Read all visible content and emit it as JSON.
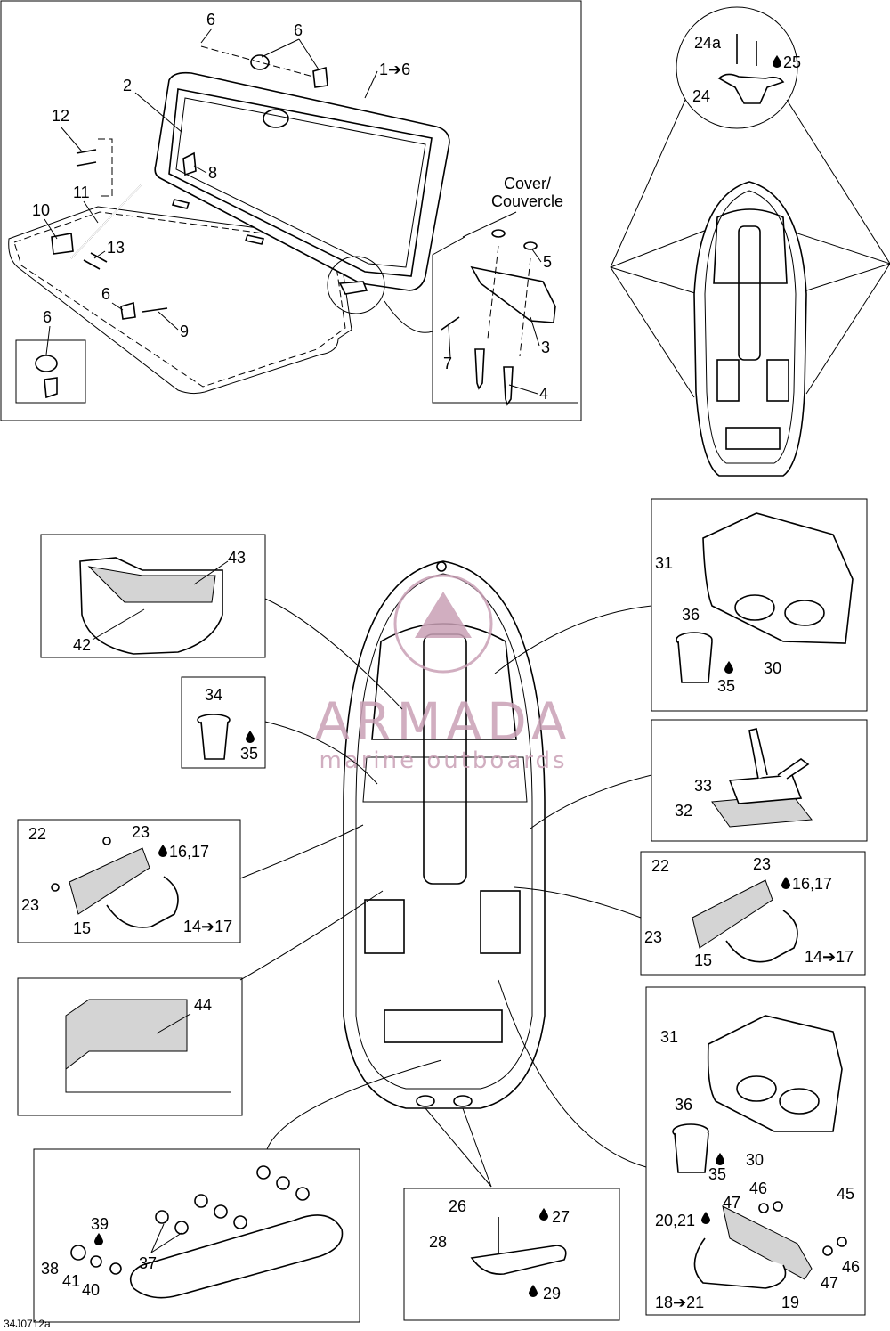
{
  "figure_code": "34J0712a",
  "watermark": {
    "brand": "ARMADA",
    "tagline": "marine outboards"
  },
  "panels": {
    "cover": {
      "labels": [
        "6",
        "6",
        "1➔6",
        "2",
        "8",
        "12",
        "11",
        "10",
        "13",
        "6",
        "9",
        "6",
        "Cover/",
        "Couvercle",
        "5",
        "3",
        "7",
        "4"
      ]
    },
    "cleat": {
      "labels": [
        "24a",
        "25",
        "24"
      ]
    },
    "storage_bin": {
      "labels": [
        "43",
        "42"
      ]
    },
    "cup_holder_insert": {
      "labels": [
        "34",
        "35"
      ]
    },
    "handle_left": {
      "labels": [
        "22",
        "23",
        "16,17",
        "23",
        "15",
        "14➔17"
      ]
    },
    "foam_pad": {
      "labels": [
        "44"
      ]
    },
    "ski_pylon": {
      "labels": [
        "39",
        "38",
        "41",
        "40",
        "37"
      ]
    },
    "glove_box_front": {
      "labels": [
        "31",
        "36",
        "35",
        "30"
      ]
    },
    "shifter": {
      "labels": [
        "33",
        "32"
      ]
    },
    "handle_right": {
      "labels": [
        "22",
        "23",
        "16,17",
        "23",
        "15",
        "14➔17"
      ]
    },
    "glove_box_rear": {
      "labels": [
        "31",
        "36",
        "35",
        "30"
      ]
    },
    "swim_step": {
      "labels": [
        "26",
        "27",
        "28",
        "29"
      ]
    },
    "rear_handle": {
      "labels": [
        "46",
        "45",
        "47",
        "20,21",
        "46",
        "47",
        "18➔21",
        "19"
      ]
    }
  },
  "colors": {
    "line": "#000000",
    "watermark": "#c9a0b6",
    "foam": "#d4d4d4"
  },
  "icons": [
    "drop-icon"
  ]
}
